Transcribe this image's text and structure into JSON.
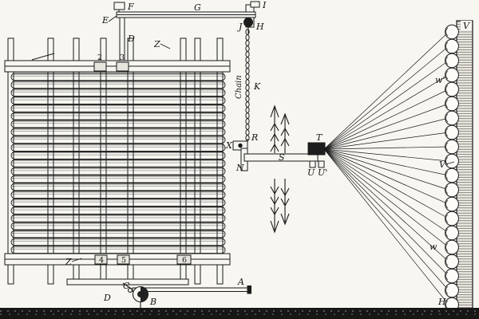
{
  "figure": {
    "description": "Nineteenth-century engraving: slatted warping drum driven by lever and chain, heck-box guide, and bobbin creel",
    "ink": "#1a1a1a",
    "paper": "#f7f6f1",
    "labels": {
      "F": "F",
      "E": "E",
      "G": "G",
      "I": "I",
      "J": "J",
      "H": "H",
      "D_top": "D",
      "Z_top": "Z",
      "num2": "2",
      "num3": "3",
      "chain": "Chain",
      "K": "K",
      "X": "X",
      "R": "R",
      "N": "N",
      "S": "S",
      "T": "T",
      "U": "U",
      "U_prime": "U'",
      "V_top": "V",
      "w_upper": "w'",
      "V_mid": "V",
      "w_lower": "w",
      "H_bottom": "H",
      "Z_bottom": "Z",
      "num4": "4",
      "num5": "5",
      "num6": "6",
      "A": "A",
      "B": "B",
      "C": "C",
      "D_bottom": "D"
    }
  }
}
